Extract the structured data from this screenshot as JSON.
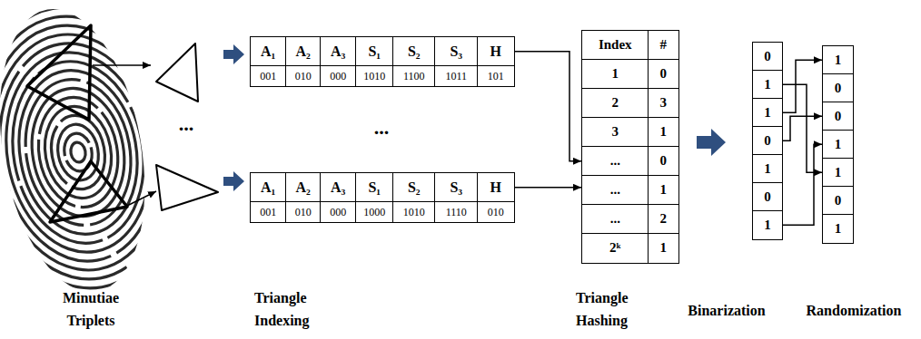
{
  "diagram": {
    "nodes": [
      {
        "text": [
          "A₁"
        ]
      },
      {
        "text": [
          "A₂"
        ]
      },
      {
        "text": [
          "A₃"
        ]
      },
      {
        "text": [
          "S₁"
        ]
      },
      {
        "text": [
          "S₂"
        ]
      },
      {
        "text": [
          "S₃"
        ]
      },
      {
        "text": [
          "H"
        ]
      },
      {
        "text": [
          "001"
        ]
      },
      {
        "text": [
          "010"
        ]
      },
      {
        "text": [
          "000"
        ]
      },
      {
        "text": [
          "1010"
        ]
      },
      {
        "text": [
          "1100"
        ]
      },
      {
        "text": [
          "1011"
        ]
      },
      {
        "text": [
          "101"
        ]
      },
      {
        "text": [
          "A₁"
        ]
      },
      {
        "text": [
          "A₂"
        ]
      },
      {
        "text": [
          "A₃"
        ]
      },
      {
        "text": [
          "S₁"
        ]
      },
      {
        "text": [
          "S₂"
        ]
      },
      {
        "text": [
          "S₃"
        ]
      },
      {
        "text": [
          "H"
        ]
      },
      {
        "text": [
          "001"
        ]
      },
      {
        "text": [
          "010"
        ]
      },
      {
        "text": [
          "000"
        ]
      },
      {
        "text": [
          "1000"
        ]
      },
      {
        "text": [
          "1010"
        ]
      },
      {
        "text": [
          "1110"
        ]
      },
      {
        "text": [
          "010"
        ]
      },
      {
        "text": [
          "Index"
        ]
      },
      {
        "text": [
          "#"
        ]
      },
      {
        "text": [
          "1"
        ]
      },
      {
        "text": [
          "0"
        ]
      },
      {
        "text": [
          "2"
        ]
      },
      {
        "text": [
          "3"
        ]
      },
      {
        "text": [
          "3"
        ]
      },
      {
        "text": [
          "1"
        ]
      },
      {
        "text": [
          "..."
        ]
      },
      {
        "text": [
          "0"
        ]
      },
      {
        "text": [
          "..."
        ]
      },
      {
        "text": [
          "1"
        ]
      },
      {
        "text": [
          "..."
        ]
      },
      {
        "text": [
          "2"
        ]
      },
      {
        "text": [
          "2ᵏ"
        ]
      },
      {
        "text": [
          "1"
        ]
      },
      {
        "text": [
          "0"
        ]
      },
      {
        "text": [
          "1"
        ]
      },
      {
        "text": [
          "1"
        ]
      },
      {
        "text": [
          "0"
        ]
      },
      {
        "text": [
          "1"
        ]
      },
      {
        "text": [
          "0"
        ]
      },
      {
        "text": [
          "1"
        ]
      },
      {
        "text": [
          "1"
        ]
      },
      {
        "text": [
          "0"
        ]
      },
      {
        "text": [
          "0"
        ]
      },
      {
        "text": [
          "1"
        ]
      },
      {
        "text": [
          "1"
        ]
      },
      {
        "text": [
          "0"
        ]
      },
      {
        "text": [
          "1"
        ]
      }
    ],
    "edges": [
      {
        "from": 6,
        "to": 36,
        "arrow": "to"
      },
      {
        "from": 20,
        "to": 38,
        "arrow": "to"
      },
      {
        "from": 45,
        "to": 55,
        "arrow": "to"
      },
      {
        "from": 46,
        "to": 51,
        "arrow": "to"
      },
      {
        "from": 47,
        "to": 53,
        "arrow": "to"
      },
      {
        "from": 50,
        "to": 54,
        "arrow": "to"
      }
    ],
    "labels": [
      "...",
      "...",
      "Minutiae Triplets",
      "Triangle Indexing",
      "Triangle Hashing",
      "Binarization",
      "Randomization"
    ]
  }
}
